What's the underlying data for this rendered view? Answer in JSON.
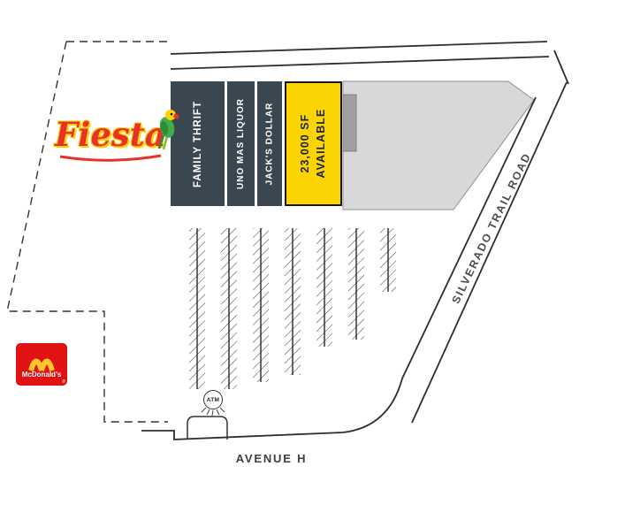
{
  "plan": {
    "tenants": [
      {
        "label": "FAMILY THRIFT"
      },
      {
        "label": "UNO MAS LIQUOR"
      },
      {
        "label": "JACK'S DOLLAR"
      }
    ],
    "available": {
      "size": "23,000 SF",
      "status": "AVAILABLE"
    },
    "roads": {
      "silverado": "SILVERADO TRAIL ROAD",
      "avenue_h": "AVENUE H"
    },
    "anchors": {
      "fiesta": "Fiesta",
      "mcdonalds": "McDonald's",
      "registered": "®"
    },
    "atm": {
      "label": "ATM"
    },
    "colors": {
      "tenant_fill": "#3a4750",
      "tenant_text": "#ffffff",
      "available_fill": "#fcd404",
      "available_text": "#1b2430",
      "building_fill": "#d8d8d8",
      "line": "#2e2e2e",
      "fiesta_red": "#e8312a",
      "fiesta_yellow": "#ffd200",
      "mcdonalds_red": "#e01212",
      "arches_yellow": "#ffc72c"
    }
  }
}
